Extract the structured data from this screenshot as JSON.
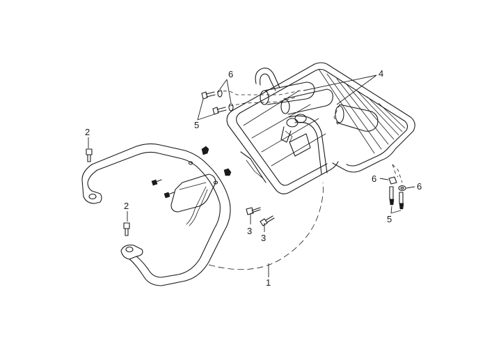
{
  "callouts": {
    "part_1": "1",
    "part_2_left": "2",
    "part_2_mid": "2",
    "part_3_a": "3",
    "part_3_b": "3",
    "part_4": "4",
    "part_5_left": "5",
    "part_5_right": "5",
    "part_6_left": "6",
    "part_6_right_a": "6",
    "part_6_right_b": "6"
  }
}
